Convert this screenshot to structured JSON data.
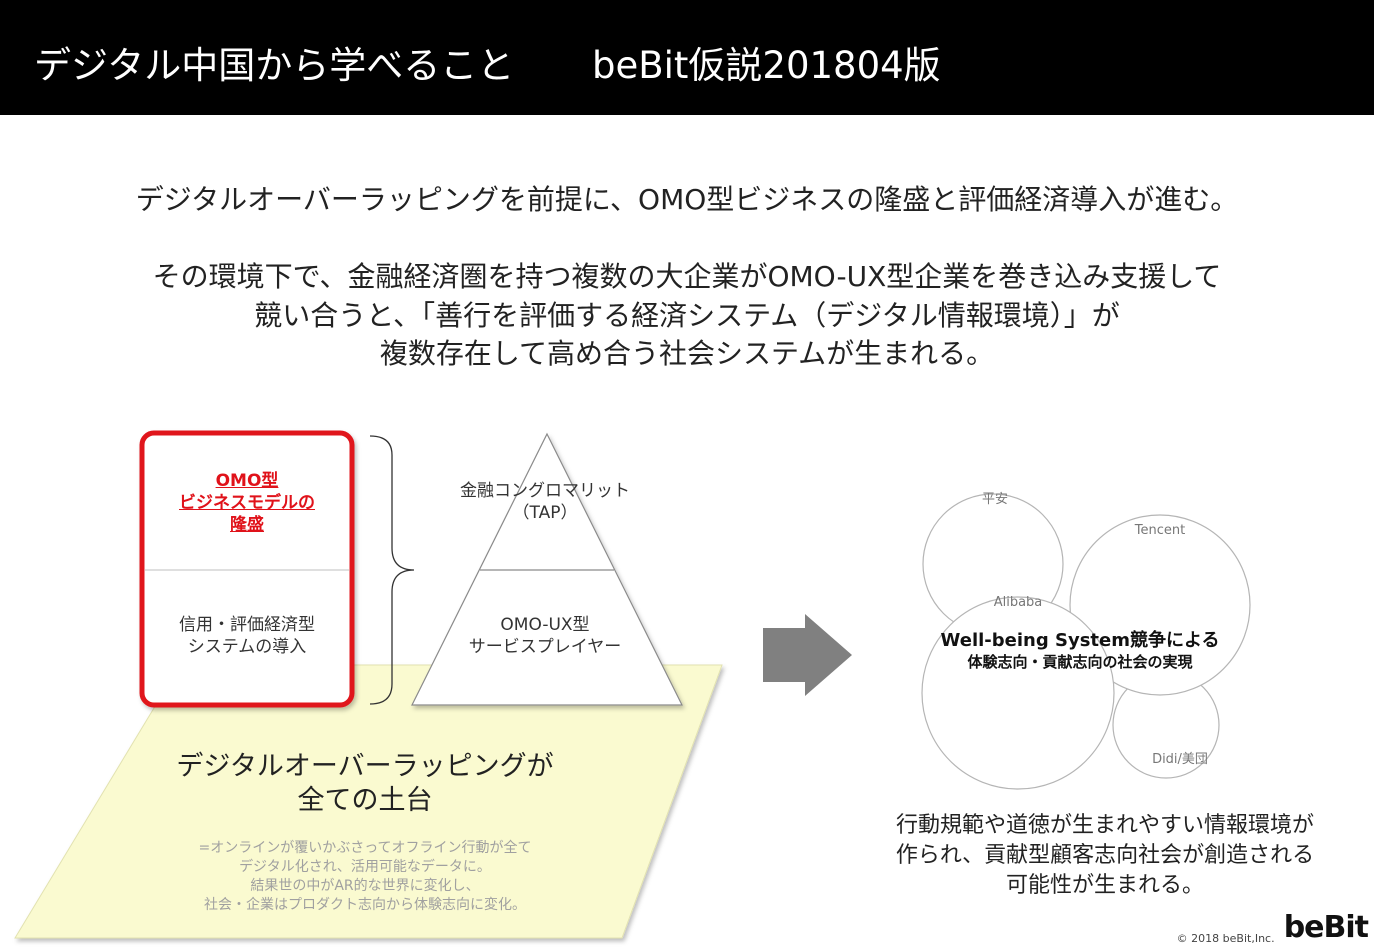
{
  "header": {
    "title": "デジタル中国から学べること",
    "subtitle": "beBit仮説201804版"
  },
  "intro": {
    "line1": "デジタルオーバーラッピングを前提に、OMO型ビジネスの隆盛と評価経済導入が進む。",
    "line2": "その環境下で、金融経済圏を持つ複数の大企業がOMO-UX型企業を巻き込み支援して",
    "line3": "競い合うと、「善行を評価する経済システム（デジタル情報環境）」が",
    "line4": "複数存在して高め合う社会システムが生まれる。"
  },
  "left_box": {
    "top_lines": [
      "OMO型",
      "ビジネスモデルの",
      "隆盛"
    ],
    "bottom_lines": [
      "信用・評価経済型",
      "システムの導入"
    ]
  },
  "pyramid": {
    "top_lines": [
      "金融コングロマリット",
      "（TAP）"
    ],
    "bottom_lines": [
      "OMO-UX型",
      "サービスプレイヤー"
    ]
  },
  "foundation": {
    "title_lines": [
      "デジタルオーバーラッピングが",
      "全ての土台"
    ],
    "note_lines": [
      "=オンラインが覆いかぶさってオフライン行動が全て",
      "デジタル化され、活用可能なデータに。",
      "結果世の中がAR的な世界に変化し、",
      "社会・企業はプロダクト志向から体験志向に変化。"
    ]
  },
  "circles": {
    "pingan": "平安",
    "tencent": "Tencent",
    "alibaba": "Alibaba",
    "didi": "Didi/美団",
    "center_line1": "Well-being System競争による",
    "center_line2": "体験志向・貢献志向の社会の実現"
  },
  "result": {
    "lines": [
      "行動規範や道徳が生まれやすい情報環境が",
      "作られ、貢献型顧客志向社会が創造される",
      "可能性が生まれる。"
    ]
  },
  "footer": {
    "copyright": "© 2018 beBit,Inc.",
    "logo": "beBit"
  },
  "colors": {
    "header_bg": "#000000",
    "accent_red": "#e0121a",
    "foundation_fill": "#fafad0",
    "arrow_gray": "#808080"
  }
}
